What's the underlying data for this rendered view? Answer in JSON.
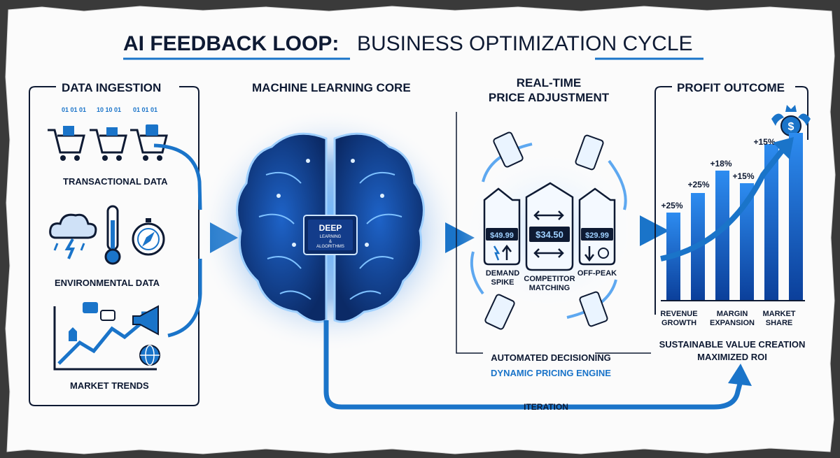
{
  "title": {
    "bold": "AI FEEDBACK LOOP:",
    "rest": "BUSINESS OPTIMIZATION CYCLE"
  },
  "ingestion": {
    "header": "DATA INGESTION",
    "transactional": "TRANSACTIONAL DATA",
    "environmental": "ENVIRONMENTAL DATA",
    "market": "MARKET TRENDS",
    "binary": [
      "01 01 01",
      "10 10 01",
      "01 01 01"
    ]
  },
  "ml": {
    "header": "MACHINE LEARNING CORE",
    "chip_main": "DEEP",
    "chip_sub1": "LEARNING",
    "chip_sub2": "&",
    "chip_sub3": "ALGORITHMS"
  },
  "pricing": {
    "header_line1": "REAL-TIME",
    "header_line2": "PRICE ADJUSTMENT",
    "tags": [
      {
        "price": "$49.99",
        "label1": "DEMAND",
        "label2": "SPIKE"
      },
      {
        "price": "$34.50",
        "label1": "COMPETITOR",
        "label2": "MATCHING"
      },
      {
        "price": "$29.99",
        "label1": "OFF-PEAK",
        "label2": ""
      }
    ],
    "decisioning": "AUTOMATED DECISIONING",
    "engine": "DYNAMIC PRICING ENGINE"
  },
  "profit": {
    "header": "PROFIT OUTCOME",
    "bar_labels": [
      "+25%",
      "+25%",
      "+18%",
      "+15%",
      "+15%"
    ],
    "categories": [
      {
        "l1": "REVENUE",
        "l2": "GROWTH"
      },
      {
        "l1": "MARGIN",
        "l2": "EXPANSION"
      },
      {
        "l1": "MARKET",
        "l2": "SHARE"
      }
    ],
    "summary1": "SUSTAINABLE VALUE CREATION",
    "summary2": "MAXIMIZED ROI",
    "icon": "dollar-crown-icon"
  },
  "iteration": "ITERATION",
  "colors": {
    "accent": "#1a74c9",
    "navy": "#0e1a33",
    "glow": "#4aa3ff",
    "paper": "#fbfbfb"
  }
}
